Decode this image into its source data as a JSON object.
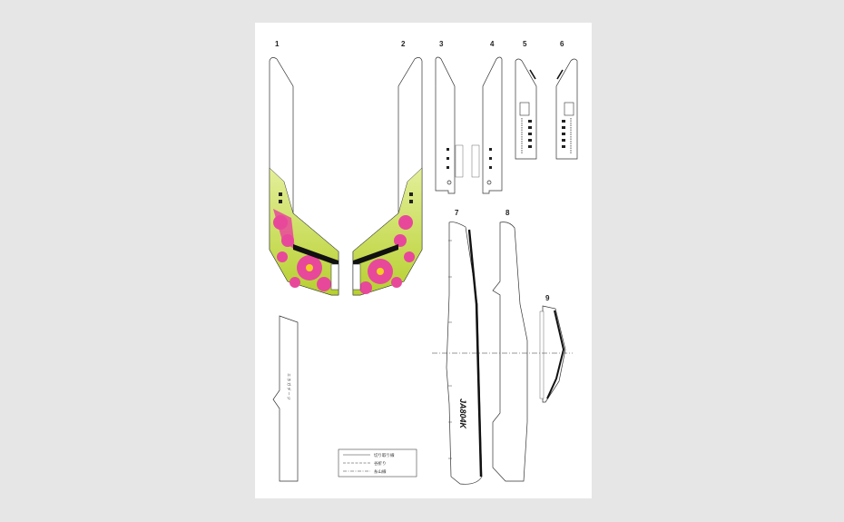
{
  "parts": [
    {
      "id": "p1",
      "label": "1"
    },
    {
      "id": "p2",
      "label": "2"
    },
    {
      "id": "p3",
      "label": "3"
    },
    {
      "id": "p4",
      "label": "4"
    },
    {
      "id": "p5",
      "label": "5"
    },
    {
      "id": "p6",
      "label": "6"
    },
    {
      "id": "p7",
      "label": "7"
    },
    {
      "id": "p8",
      "label": "8"
    },
    {
      "id": "p9",
      "label": "9"
    }
  ],
  "fuselage": {
    "registration": "JA804K"
  },
  "wing_stub_text": "エ ホ ガ デ ー ジ",
  "legend": [
    {
      "label": "切り取り線",
      "style": "solid"
    },
    {
      "label": "谷折り",
      "style": "dashed"
    },
    {
      "label": "糸山線",
      "style": "dashdot"
    }
  ],
  "colors": {
    "background": "#e6e6e6",
    "paper": "#ffffff",
    "leaf_green": "#c8dc3c",
    "flower_pink": "#e8489a"
  }
}
